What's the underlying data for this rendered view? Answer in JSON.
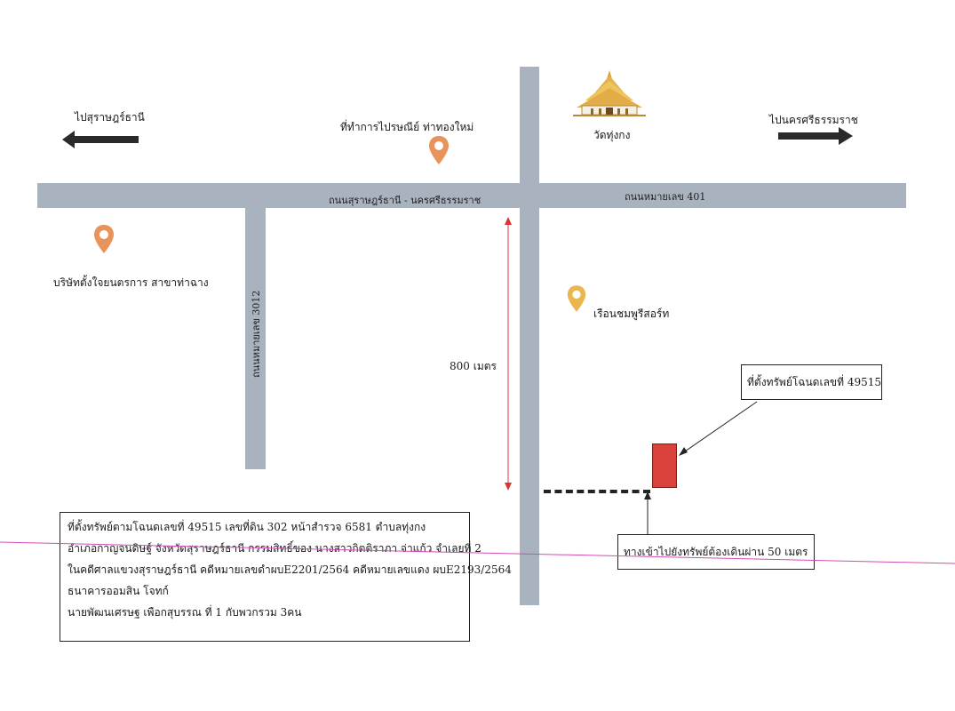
{
  "map": {
    "labels": {
      "to_surat": "ไปสุราษฎร์ธานี",
      "to_nakhon": "ไปนครศรีธรรมราช",
      "post_office": "ที่ทำการไปรษณีย์ ท่าทองใหม่",
      "temple": "วัดทุ่งกง",
      "company": "บริษัทตั้งใจยนตรการ สาขาท่าฉาง",
      "resort": "เรือนชมพูรีสอร์ท",
      "distance": "800 เมตร"
    },
    "roads": {
      "main_left": "ถนนสุราษฎร์ธานี - นครศรีธรรมราช",
      "main_right": "ถนนหมายเลข 401",
      "side_road": "ถนนหมายเลข 3012"
    },
    "callouts": {
      "property": "ที่ตั้งทรัพย์โฉนดเลขที่  49515",
      "access": "ทางเข้าไปยังทรัพย์ต้องเดินผ่าน 50 เมตร"
    },
    "info": {
      "line1": "ที่ตั้งทรัพย์ตามโฉนดเลขที่  49515  เลขที่ดิน 302  หน้าสำรวจ 6581  ตำบลทุ่งกง",
      "line2": "อำเภอกาญจนดิษฐ์  จังหวัดสุราษฎร์ธานี กรรมสิทธิ์ของ  นางสาวกิตติราภา  จ่าแก้ว  จำเลยที่  2",
      "line3": "ในคดีศาลแขวงสุราษฎร์ธานี คดีหมายเลขดำผบE2201/2564  คดีหมายเลขแดง ผบE2193/2564",
      "line4": "ธนาคารออมสิน  โจทก์",
      "line5": "นายพัฒนเศรษฐ  เพือกสุบรรณ  ที่  1  กับพวกรวม   3คน"
    },
    "colors": {
      "road": "#a9b3bf",
      "pin_orange": "#e8925c",
      "pin_yellow": "#e9b650",
      "distance_arrow": "#d83434",
      "property": "#d9413a",
      "stray_line": "#d44bb6"
    }
  }
}
